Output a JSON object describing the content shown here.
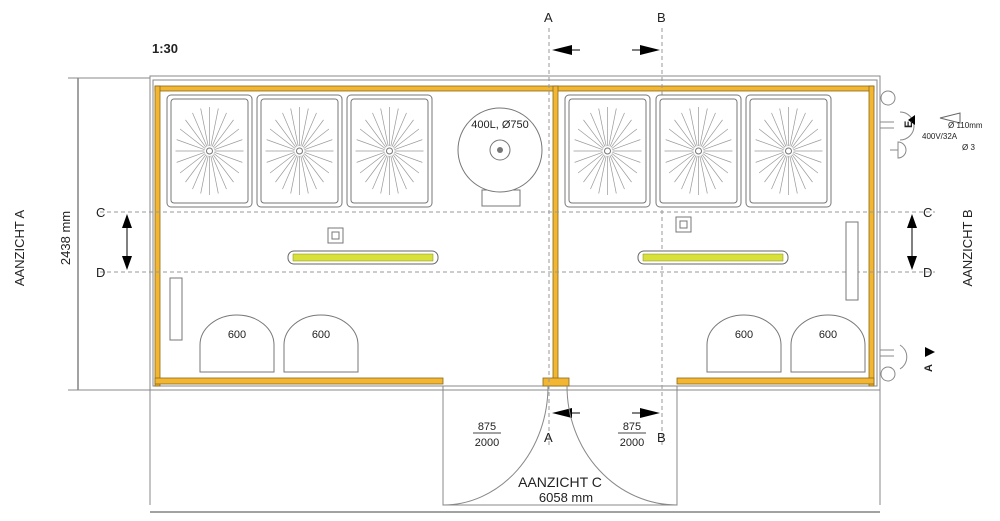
{
  "scale": "1:30",
  "section_labels": {
    "a": "A",
    "b": "B",
    "c": "C",
    "d": "D"
  },
  "views": {
    "a": "AANZICHT A",
    "b": "AANZICHT B",
    "c": "AANZICHT C"
  },
  "dimensions": {
    "width": "2438 mm",
    "length": "6058 mm"
  },
  "boiler": "400L, Ø750",
  "sinks": [
    "600",
    "600",
    "600",
    "600"
  ],
  "doors": [
    {
      "width": "875",
      "height": "2000"
    },
    {
      "width": "875",
      "height": "2000"
    }
  ],
  "utilities": {
    "drain": "Ø 110mm",
    "power": "400V/32A",
    "water": "Ø 3",
    "power_symbol": "E"
  },
  "colors": {
    "wall": "#f2b632",
    "light": "#d8e03a"
  }
}
